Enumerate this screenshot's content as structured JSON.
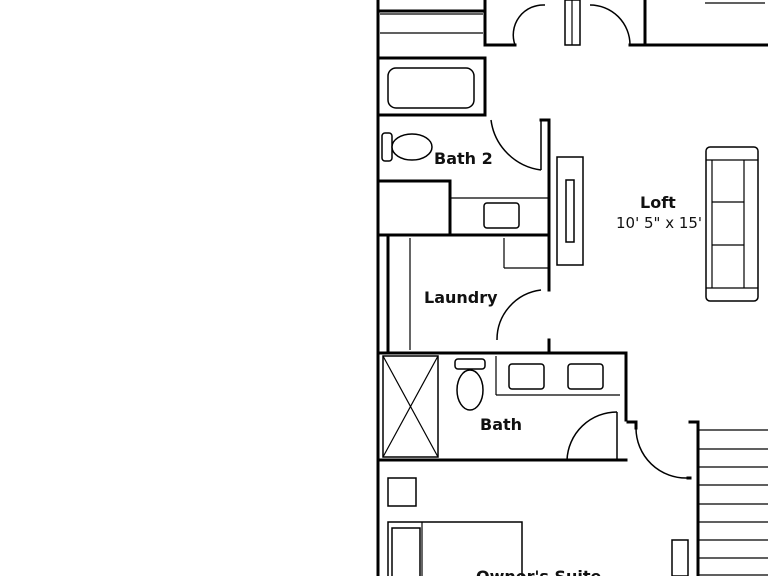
{
  "rooms": {
    "bath2": {
      "label": "Bath 2"
    },
    "loft": {
      "label": "Loft",
      "dimensions": "10' 5\" x 15'"
    },
    "laundry": {
      "label": "Laundry"
    },
    "bath": {
      "label": "Bath"
    },
    "owners_suite": {
      "label": "Owner's Suite"
    }
  }
}
